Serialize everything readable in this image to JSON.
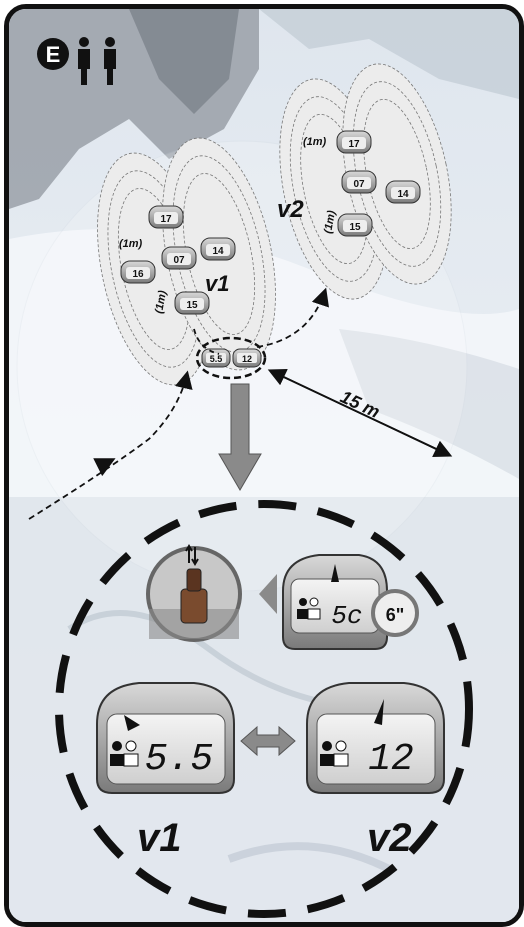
{
  "badge": {
    "letter": "E",
    "icon": "two-people-icon"
  },
  "top": {
    "victim1": {
      "label": "v1",
      "distance_label": "(1m)",
      "readings": [
        "17",
        "16",
        "07",
        "14",
        "15"
      ]
    },
    "victim2": {
      "label": "v2",
      "distance_label": "(1m)",
      "readings": [
        "17",
        "07",
        "14",
        "15"
      ]
    },
    "searcher": {
      "readings": [
        "5.5",
        "12"
      ]
    },
    "range": {
      "label": "15 m"
    }
  },
  "bottom": {
    "receiver_display": {
      "value": "5c",
      "timer": "6\""
    },
    "display_v1": {
      "value": "5.5",
      "label": "v1"
    },
    "display_v2": {
      "value": "12",
      "label": "v2"
    }
  }
}
